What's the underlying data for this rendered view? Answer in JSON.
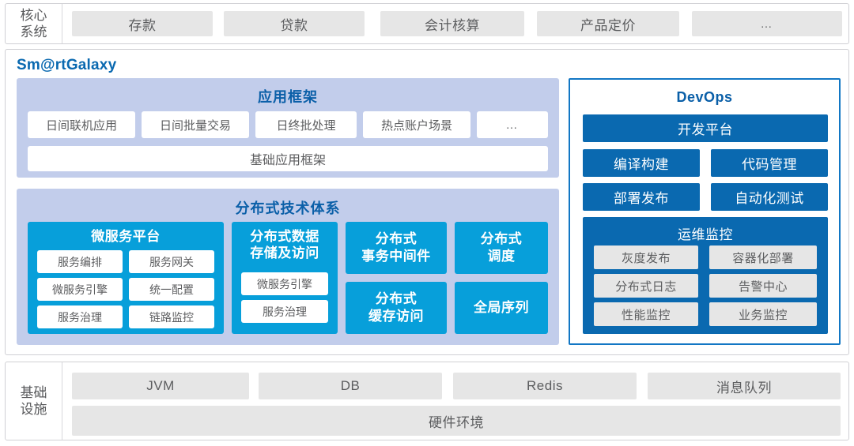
{
  "core_system": {
    "label": "核心\n系统",
    "items": [
      {
        "label": "存款"
      },
      {
        "label": "贷款"
      },
      {
        "label": "会计核算"
      },
      {
        "label": "产品定价"
      },
      {
        "label": "…"
      }
    ]
  },
  "galaxy": {
    "title": "Sm@rtGalaxy",
    "app_framework": {
      "title": "应用框架",
      "items": [
        {
          "label": "日间联机应用"
        },
        {
          "label": "日间批量交易"
        },
        {
          "label": "日终批处理"
        },
        {
          "label": "热点账户场景"
        },
        {
          "label": "…"
        }
      ],
      "base": {
        "label": "基础应用框架"
      }
    },
    "distributed": {
      "title": "分布式技术体系",
      "microservice": {
        "title": "微服务平台",
        "items": [
          {
            "label": "服务编排"
          },
          {
            "label": "服务网关"
          },
          {
            "label": "微服务引擎"
          },
          {
            "label": "统一配置"
          },
          {
            "label": "服务治理"
          },
          {
            "label": "链路监控"
          }
        ]
      },
      "data_store": {
        "title": "分布式数据\n存储及访问",
        "items": [
          {
            "label": "微服务引擎"
          },
          {
            "label": "服务治理"
          }
        ]
      },
      "tiles": [
        {
          "label": "分布式\n事务中间件"
        },
        {
          "label": "分布式\n调度"
        },
        {
          "label": "分布式\n缓存访问"
        },
        {
          "label": "全局序列"
        }
      ]
    }
  },
  "devops": {
    "title": "DevOps",
    "platform": {
      "label": "开发平台"
    },
    "tiles": [
      {
        "label": "编译构建"
      },
      {
        "label": "代码管理"
      },
      {
        "label": "部署发布"
      },
      {
        "label": "自动化测试"
      }
    ],
    "monitoring": {
      "title": "运维监控",
      "items": [
        {
          "label": "灰度发布"
        },
        {
          "label": "容器化部署"
        },
        {
          "label": "分布式日志"
        },
        {
          "label": "告警中心"
        },
        {
          "label": "性能监控"
        },
        {
          "label": "业务监控"
        }
      ]
    }
  },
  "infrastructure": {
    "label": "基础\n设施",
    "items": [
      {
        "label": "JVM"
      },
      {
        "label": "DB"
      },
      {
        "label": "Redis"
      },
      {
        "label": "消息队列"
      }
    ],
    "hardware": {
      "label": "硬件环境"
    }
  },
  "colors": {
    "cyan": "#079fda",
    "devops_blue": "#0a69b0",
    "lavender": "#c2cdeb",
    "grey_chip": "#e6e6e6",
    "title_blue": "#0a5fa8"
  }
}
